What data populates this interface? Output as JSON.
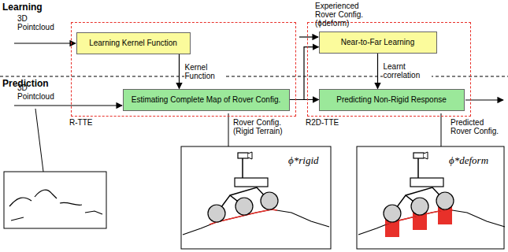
{
  "diagram": {
    "nodes": [
      {
        "text": [
          "R-TTE"
        ]
      },
      {
        "text": [
          "Learning Kernel Function"
        ],
        "in": 0
      },
      {
        "text": [
          "Estimating Complete Map of Rover Config."
        ],
        "in": 0
      },
      {
        "text": [
          "R2D-TTE"
        ]
      },
      {
        "text": [
          "Near-to-Far Learning"
        ],
        "in": 3
      },
      {
        "text": [
          "Predicting Non-Rigid Response"
        ],
        "in": 3
      }
    ],
    "edges": [
      {
        "from": 1,
        "to": 2,
        "arrow": "to",
        "label": "Kernel Function"
      },
      {
        "from": 2,
        "to": 5,
        "arrow": "to"
      },
      {
        "from": 2,
        "to": 4,
        "arrow": "to"
      },
      {
        "from": 4,
        "to": 5,
        "arrow": "to",
        "label": "Learnt correlation"
      }
    ],
    "labels": [
      "Learning",
      "Prediction",
      "3D Pointcloud",
      "Experienced Rover Config. (ϕdeform)",
      "3D Pointcloud",
      "Rover Config. (Rigid Terrain)",
      "Predicted Rover Config.",
      "ϕ*rigid",
      "ϕ*deform"
    ]
  }
}
